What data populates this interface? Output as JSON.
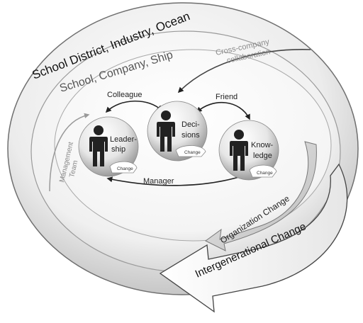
{
  "outer_ring_label": "School District, Industry, Ocean",
  "middle_ring_label": "School, Company, Ship",
  "cross_company": [
    "Cross-company",
    "collaboration"
  ],
  "management_team": [
    "Management",
    "Team"
  ],
  "people": [
    {
      "lines": [
        "Leader-",
        "ship"
      ],
      "change_label": "Change"
    },
    {
      "lines": [
        "Deci-",
        "sions"
      ],
      "change_label": "Change"
    },
    {
      "lines": [
        "Know-",
        "ledge"
      ],
      "change_label": "Change"
    }
  ],
  "relations": {
    "colleague": "Colleague",
    "friend": "Friend",
    "manager": "Manager"
  },
  "organization_change": "Organization Change",
  "intergenerational_change": "Intergenerational Change"
}
